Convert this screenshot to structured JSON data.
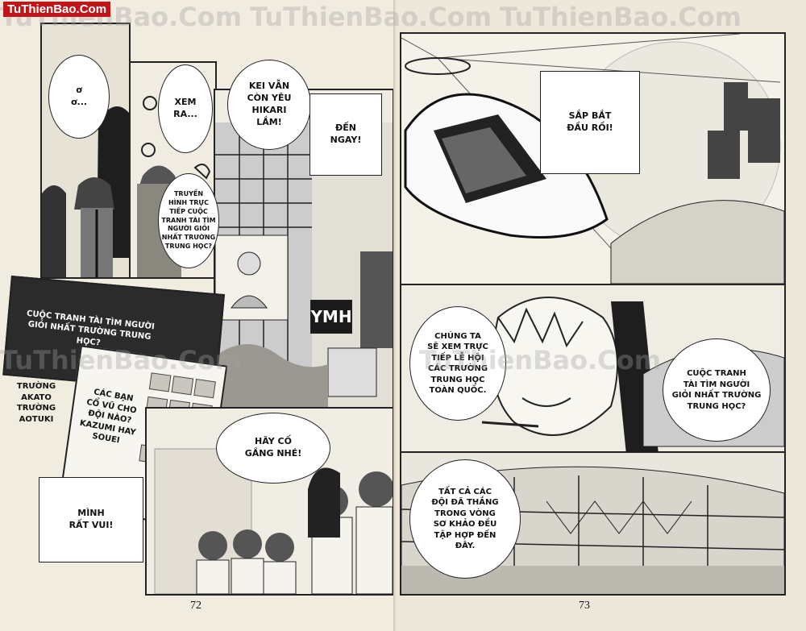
{
  "site_brand": "TuThienBao.Com",
  "watermark": "TuThienBao.Com",
  "left_page": {
    "bubbles": {
      "o": "ơ\nơ...",
      "xem_ra": "XEM\nRA...",
      "kei": "KEI VẪN\nCÒN YÊU\nHIKARI\nLẮM!",
      "den_ngay": "ĐẾN\nNGAY!",
      "truyen_hinh": "TRUYỀN\nHÌNH TRỰC\nTIẾP CUỘC\nTRANH TÀI TÌM\nNGƯỜI GIỎI\nNHẤT TRƯỜNG\nTRUNG HỌC?",
      "banner": "CUỘC TRANH TÀI TÌM NGƯỜI\nGIỎI NHẤT TRƯỜNG TRUNG HỌC?",
      "truong_akato": "TRƯỜNG\nAKATO\nTRƯỜNG\nAOTUKI",
      "cac_ban": "CÁC BẠN\nCỔ VŨ CHO\nĐỘI NÀO?\nKAZUMI HAY\nSOUEI",
      "hay_co": "HÃY CỐ\nGẮNG NHÉ!",
      "minh_rat_vui": "MÌNH\nRẤT VUI!"
    },
    "sign": "YMH",
    "page_number": "72"
  },
  "right_page": {
    "bubbles": {
      "sap_bat_dau": "SẮP BẮT\nĐẦU RỒI!",
      "chung_ta": "CHÚNG TA\nSẼ XEM TRỰC\nTIẾP LỄ HỘI\nCÁC TRƯỜNG\nTRUNG HỌC\nTOÀN QUỐC.",
      "cuoc_tranh": "CUỘC TRANH\nTÀI TÌM NGƯỜI\nGIỎI NHẤT TRƯỜNG\nTRUNG HỌC?",
      "tat_ca": "TẤT CẢ CÁC\nĐỘI ĐÃ THẮNG\nTRONG VÒNG\nSƠ KHẢO ĐỀU\nTẬP HỢP ĐẾN\nĐÂY."
    },
    "page_number": "73"
  }
}
